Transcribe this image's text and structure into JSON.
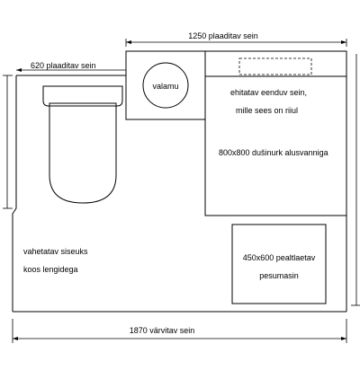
{
  "dimensions": {
    "top": "1250 plaaditav sein",
    "left_top": "620  plaaditav sein",
    "bottom": "1870  värvitav sein"
  },
  "labels": {
    "sink": "valamu",
    "wall_line1": "ehitatav eenduv sein,",
    "wall_line2": "mille sees on riiul",
    "shower": "800x800 dušinurk alusvanniga",
    "door_line1": "vahetatav siseuks",
    "door_line2": "koos lengidega",
    "washer_line1": "450x600 pealtlaetav",
    "washer_line2": "pesumasin"
  }
}
